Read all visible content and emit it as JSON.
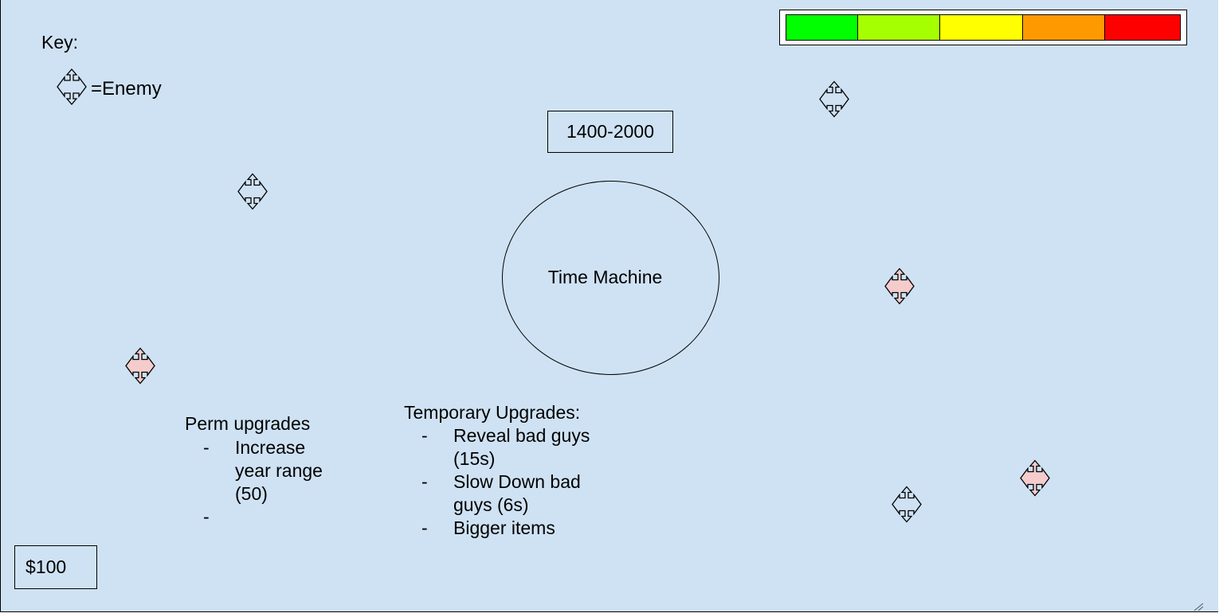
{
  "key": {
    "title": "Key:",
    "enemy_label": "=Enemy"
  },
  "year_range": "1400-2000",
  "time_machine_label": "Time Machine",
  "meter": {
    "segments": [
      {
        "color": "#00ff00"
      },
      {
        "color": "#a6ff00"
      },
      {
        "color": "#ffff00"
      },
      {
        "color": "#ff9900"
      },
      {
        "color": "#ff0000"
      }
    ]
  },
  "enemies": [
    {
      "icon": "four-arrow-enemy-icon",
      "fill": "#cfe2f3"
    },
    {
      "icon": "four-arrow-enemy-icon",
      "fill": "#cfe2f3"
    },
    {
      "icon": "four-arrow-enemy-icon",
      "fill": "#f4cccc"
    },
    {
      "icon": "four-arrow-enemy-icon",
      "fill": "#f4cccc"
    },
    {
      "icon": "four-arrow-enemy-icon",
      "fill": "#f4cccc"
    },
    {
      "icon": "four-arrow-enemy-icon",
      "fill": "#cfe2f3"
    }
  ],
  "perm_upgrades": {
    "title": "Perm upgrades",
    "items": [
      {
        "dash": "-",
        "text": "Increase year range (50)"
      },
      {
        "dash": "-",
        "text": ""
      }
    ]
  },
  "temp_upgrades": {
    "title": "Temporary Upgrades:",
    "items": [
      {
        "dash": "-",
        "text": "Reveal bad guys (15s)"
      },
      {
        "dash": "-",
        "text": "Slow Down bad guys (6s)"
      },
      {
        "dash": "-",
        "text": "Bigger items"
      }
    ]
  },
  "money": "$100"
}
